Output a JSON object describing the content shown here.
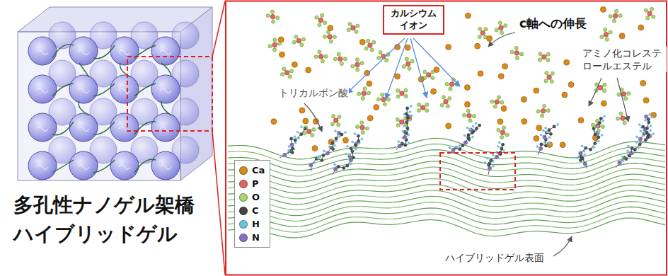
{
  "diagram": {
    "nodes": [
      {
        "text": [
          "カルシウム イオン"
        ]
      }
    ],
    "labels": [
      "c軸への伸長",
      "アミノ化コレステ ロールエステル",
      "トリカルボン酸",
      "多孔性ナノゲル架橋 ハイブリッドゲル",
      "ハイブリッドゲル表面"
    ],
    "legend": [
      {
        "text": "Ca",
        "color": "#d98a1c"
      },
      {
        "text": "P",
        "color": "#e06666"
      },
      {
        "text": "O",
        "color": "#a8d86a"
      },
      {
        "text": "C",
        "color": "#444444"
      },
      {
        "text": "H",
        "color": "#6fc3d8"
      },
      {
        "text": "N",
        "color": "#8a6fc0"
      }
    ]
  }
}
